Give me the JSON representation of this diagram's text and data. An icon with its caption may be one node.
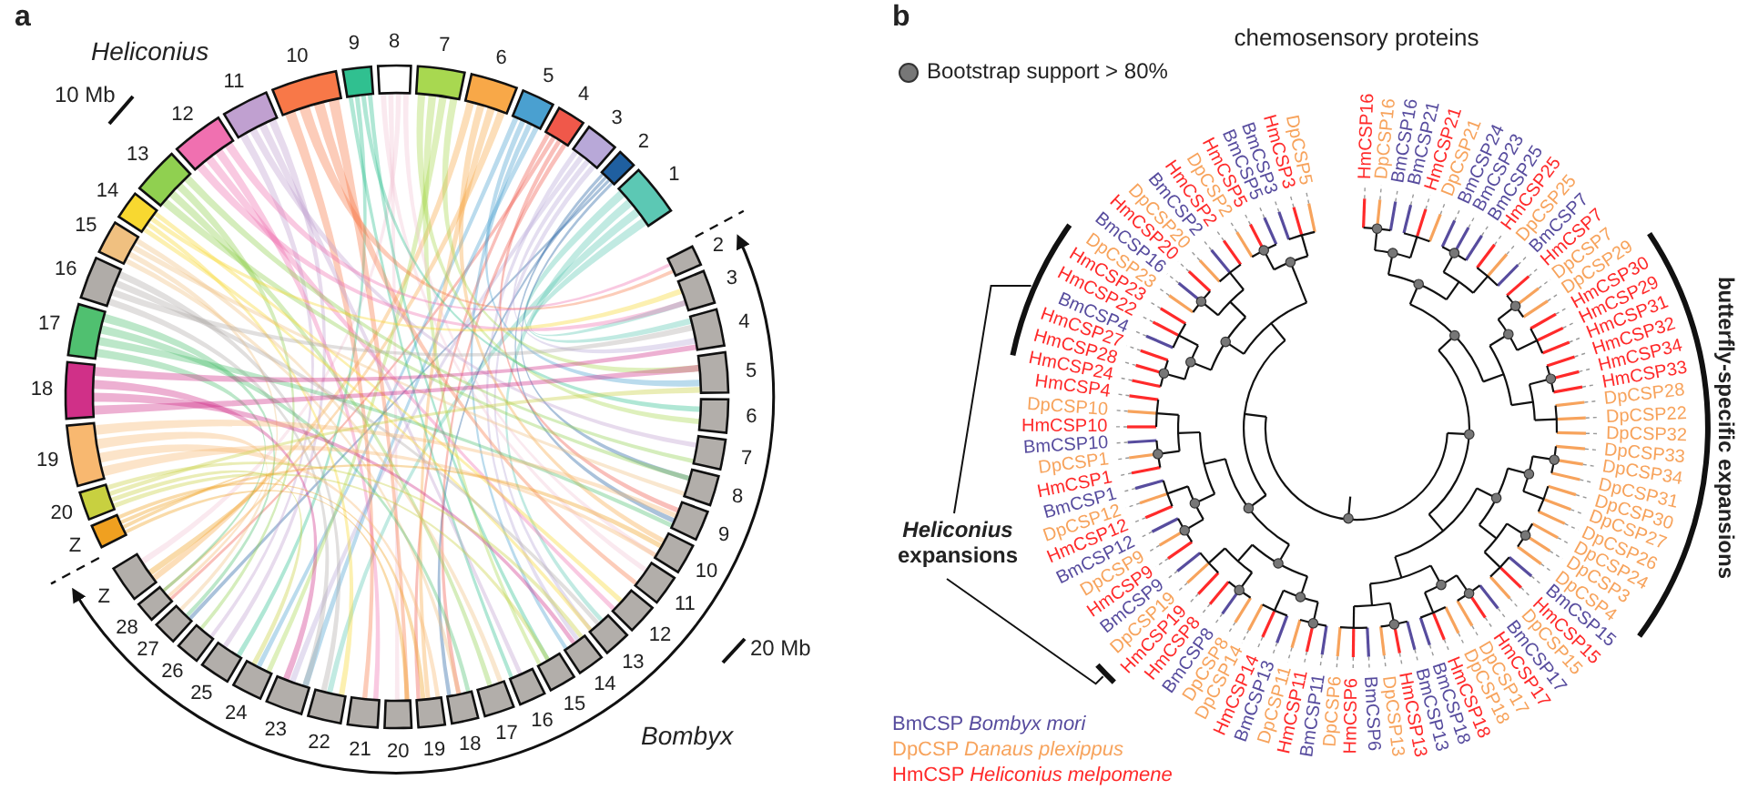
{
  "diagram": {
    "labels": [
      "a",
      "Heliconius",
      "10 Mb",
      "Z",
      "20",
      "19",
      "18",
      "17",
      "16",
      "15",
      "14",
      "13",
      "12",
      "11",
      "10",
      "9",
      "8",
      "7",
      "6",
      "5",
      "4",
      "3",
      "2",
      "1",
      "Z",
      "28",
      "27",
      "26",
      "25",
      "24",
      "23",
      "22",
      "21",
      "20",
      "19",
      "18",
      "17",
      "16",
      "15",
      "14",
      "13",
      "12",
      "11",
      "10",
      "9",
      "8",
      "7",
      "6",
      "5",
      "4",
      "3",
      "2",
      "20 Mb",
      "Bombyx",
      "b",
      "chemosensory proteins",
      "HmCSP10",
      "DpCSP10",
      "HmCSP4",
      "HmCSP24",
      "HmCSP28",
      "HmCSP27",
      "BmCSP4",
      "HmCSP22",
      "HmCSP23",
      "DpCSP23",
      "BmCSP16",
      "HmCSP20",
      "DpCSP20",
      "BmCSP2",
      "HmCSP2",
      "DpCSP2",
      "HmCSP5",
      "BmCSP5",
      "BmCSP3",
      "HmCSP3",
      "DpCSP5",
      "HmCSP16",
      "DpCSP16",
      "BmCSP16",
      "BmCSP21",
      "HmCSP21",
      "DpCSP21",
      "BmCSP24",
      "BmCSP23",
      "BmCSP25",
      "HmCSP25",
      "DpCSP25",
      "BmCSP7",
      "HmCSP7",
      "DpCSP7",
      "DpCSP29",
      "HmCSP30",
      "HmCSP29",
      "HmCSP31",
      "HmCSP32",
      "HmCSP34",
      "HmCSP33",
      "DpCSP28",
      "DpCSP22",
      "DpCSP32",
      "BmCSP10",
      "DpCSP1",
      "HmCSP1",
      "BmCSP1",
      "DpCSP12",
      "HmCSP12",
      "BmCSP12",
      "DpCSP9",
      "HmCSP9",
      "BmCSP9",
      "DpCSP19",
      "HmCSP19",
      "HmCSP8",
      "BmCSP8",
      "DpCSP8",
      "DpCSP14",
      "HmCSP14",
      "BmCSP13",
      "DpCSP11",
      "HmCSP11",
      "BmCSP11",
      "DpCSP6",
      "HmCSP6",
      "BmCSP6",
      "DpCSP13",
      "HmCSP13",
      "BmCSP13",
      "BmCSP18",
      "HmCSP18",
      "DpCSP18",
      "DpCSP17",
      "HmCSP17",
      "BmCSP17",
      "DpCSP15",
      "HmCSP15",
      "BmCSP15",
      "DpCSP4",
      "DpCSP3",
      "DpCSP24",
      "DpCSP26",
      "DpCSP27",
      "DpCSP30",
      "DpCSP31",
      "DpCSP34",
      "DpCSP33",
      "*Heliconius* expansions",
      "butterfly-specific expansions"
    ],
    "legend": [
      {
        "text": "Bootstrap support > 80%"
      },
      {
        "text": "BmCSP *Bombyx mori*",
        "color": "#574c9e"
      },
      {
        "text": "DpCSP *Danaus plexippus*",
        "color": "#f7a35c"
      },
      {
        "text": "HmCSP *Heliconius melpomene*",
        "color": "#ff2a2a"
      }
    ]
  }
}
